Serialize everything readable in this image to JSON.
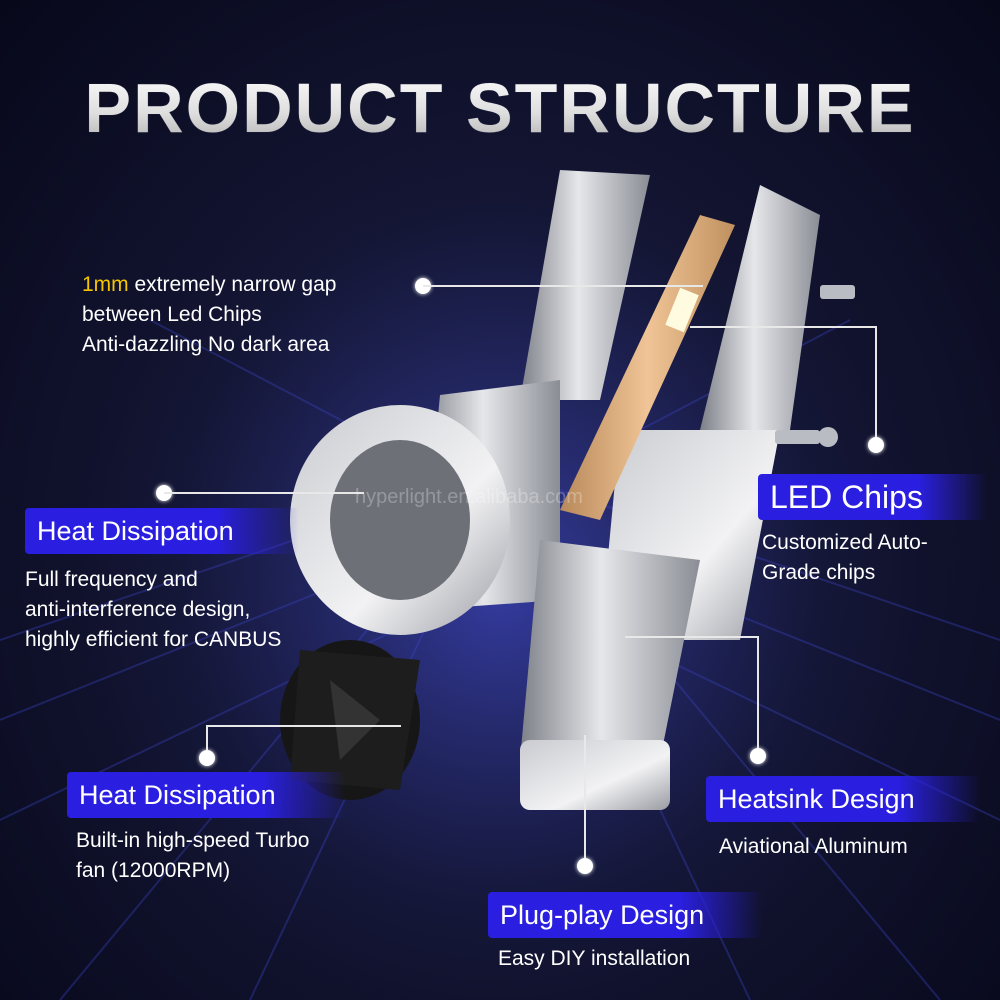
{
  "title": "PRODUCT STRUCTURE",
  "watermark": "hyperlight.en.alibaba.com",
  "callouts": {
    "gap": {
      "highlight": "1mm",
      "line1_rest": " extremely narrow gap",
      "line2": "between Led Chips",
      "line3": "Anti-dazzling No dark area"
    },
    "heat_dissipation_1": {
      "heading": "Heat Dissipation",
      "line1": "Full frequency and",
      "line2": "anti-interference design,",
      "line3": "highly efficient for CANBUS"
    },
    "led_chips": {
      "heading": "LED Chips",
      "line1": "Customized Auto-",
      "line2": "Grade chips"
    },
    "heat_dissipation_2": {
      "heading": "Heat Dissipation",
      "line1": "Built-in high-speed Turbo",
      "line2": "fan (12000RPM)"
    },
    "heatsink": {
      "heading": "Heatsink Design",
      "line1": "Aviational Aluminum"
    },
    "plug_play": {
      "heading": "Plug-play Design",
      "line1": "Easy DIY installation"
    }
  },
  "colors": {
    "badge": "#2a1fe0",
    "accent": "#f5c400",
    "background": "#141634"
  }
}
